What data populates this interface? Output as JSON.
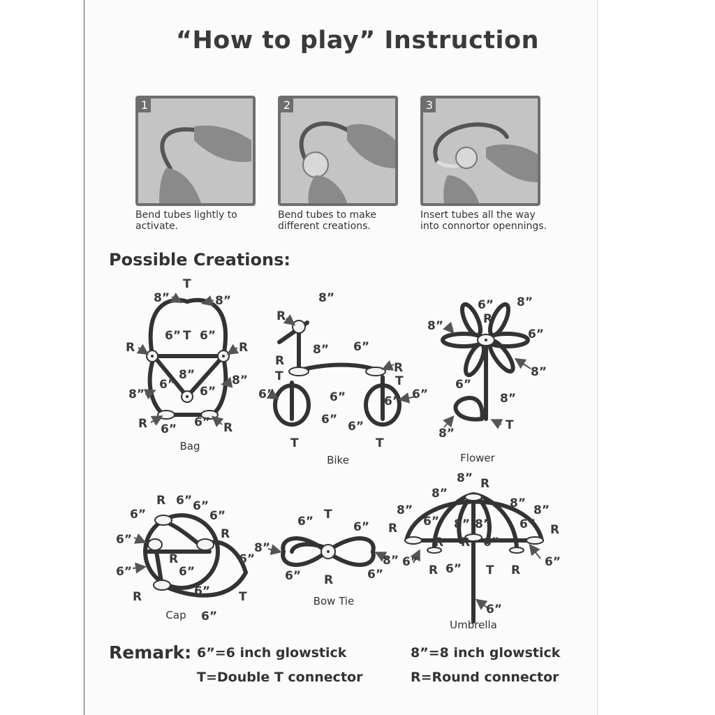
{
  "title": "“How to play” Instruction",
  "steps": [
    {
      "num": "1",
      "caption": "Bend tubes lightly to activate."
    },
    {
      "num": "2",
      "caption": "Bend tubes to make different creations."
    },
    {
      "num": "3",
      "caption": "Insert tubes all the way into connortor opennings."
    }
  ],
  "creations_heading": "Possible Creations:",
  "creations": {
    "bag": "Bag",
    "bike": "Bike",
    "flower": "Flower",
    "cap": "Cap",
    "bow_tie": "Bow Tie",
    "umbrella": "Umbrella"
  },
  "labels": {
    "six": "6”",
    "eight": "8”",
    "r": "R",
    "t": "T"
  },
  "remark": {
    "heading": "Remark:",
    "six_inch": "6”=6 inch glowstick",
    "eight_inch": "8”=8 inch glowstick",
    "t_connector": "T=Double T connector",
    "r_connector": "R=Round connector"
  }
}
